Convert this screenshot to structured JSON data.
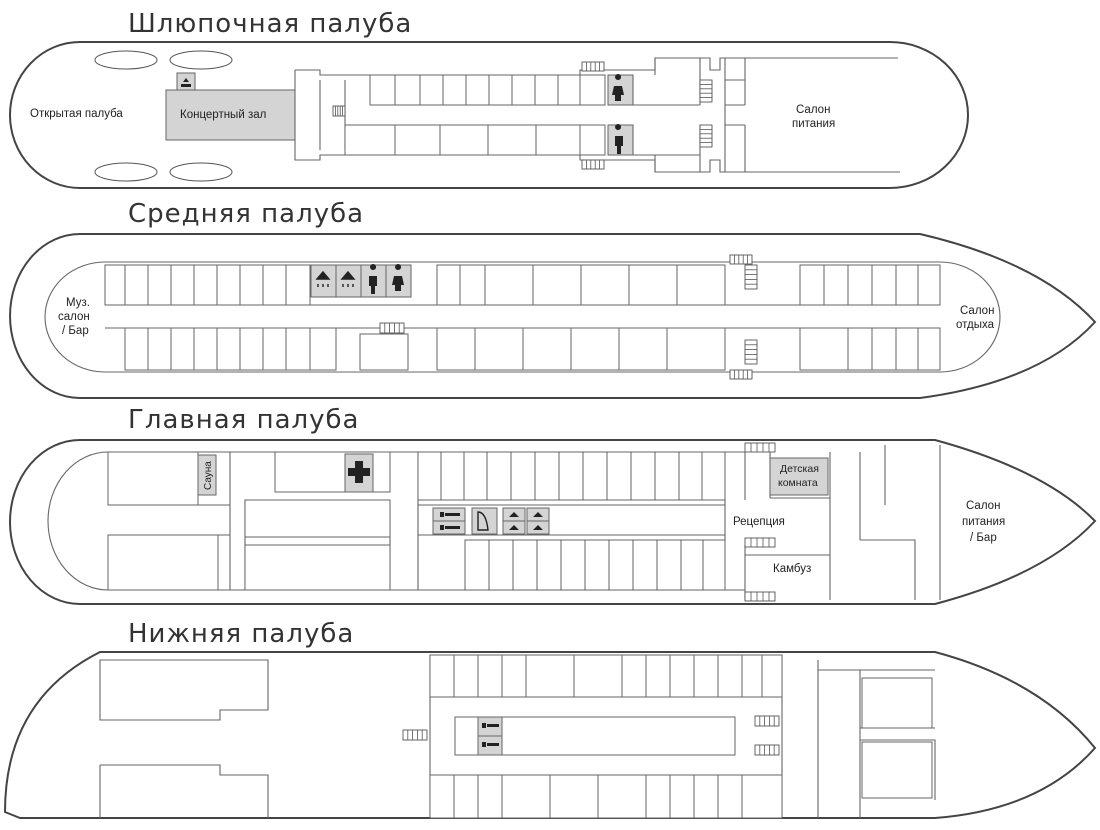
{
  "decks": [
    {
      "title": "Шлюпочная палуба",
      "labels": {
        "open_deck": "Открытая палуба",
        "concert": "Концертный зал",
        "dining_1": "Салон",
        "dining_2": "питания"
      }
    },
    {
      "title": "Средняя палуба",
      "labels": {
        "music_1": "Муз.",
        "music_2": "салон",
        "music_3": "/ Бар",
        "rest_1": "Салон",
        "rest_2": "отдыха"
      }
    },
    {
      "title": "Главная палуба",
      "labels": {
        "sauna": "Сауна",
        "kids_1": "Детская",
        "kids_2": "комната",
        "reception": "Рецепция",
        "galley": "Камбуз",
        "dining_1": "Салон",
        "dining_2": "питания",
        "dining_3": "/ Бар"
      }
    },
    {
      "title": "Нижняя палуба",
      "labels": {}
    }
  ],
  "icons": [
    "lift-icon",
    "woman-icon",
    "man-icon",
    "shower-icon",
    "medical-cross-icon",
    "laundry-iron-icon",
    "washing-machine-icon"
  ]
}
